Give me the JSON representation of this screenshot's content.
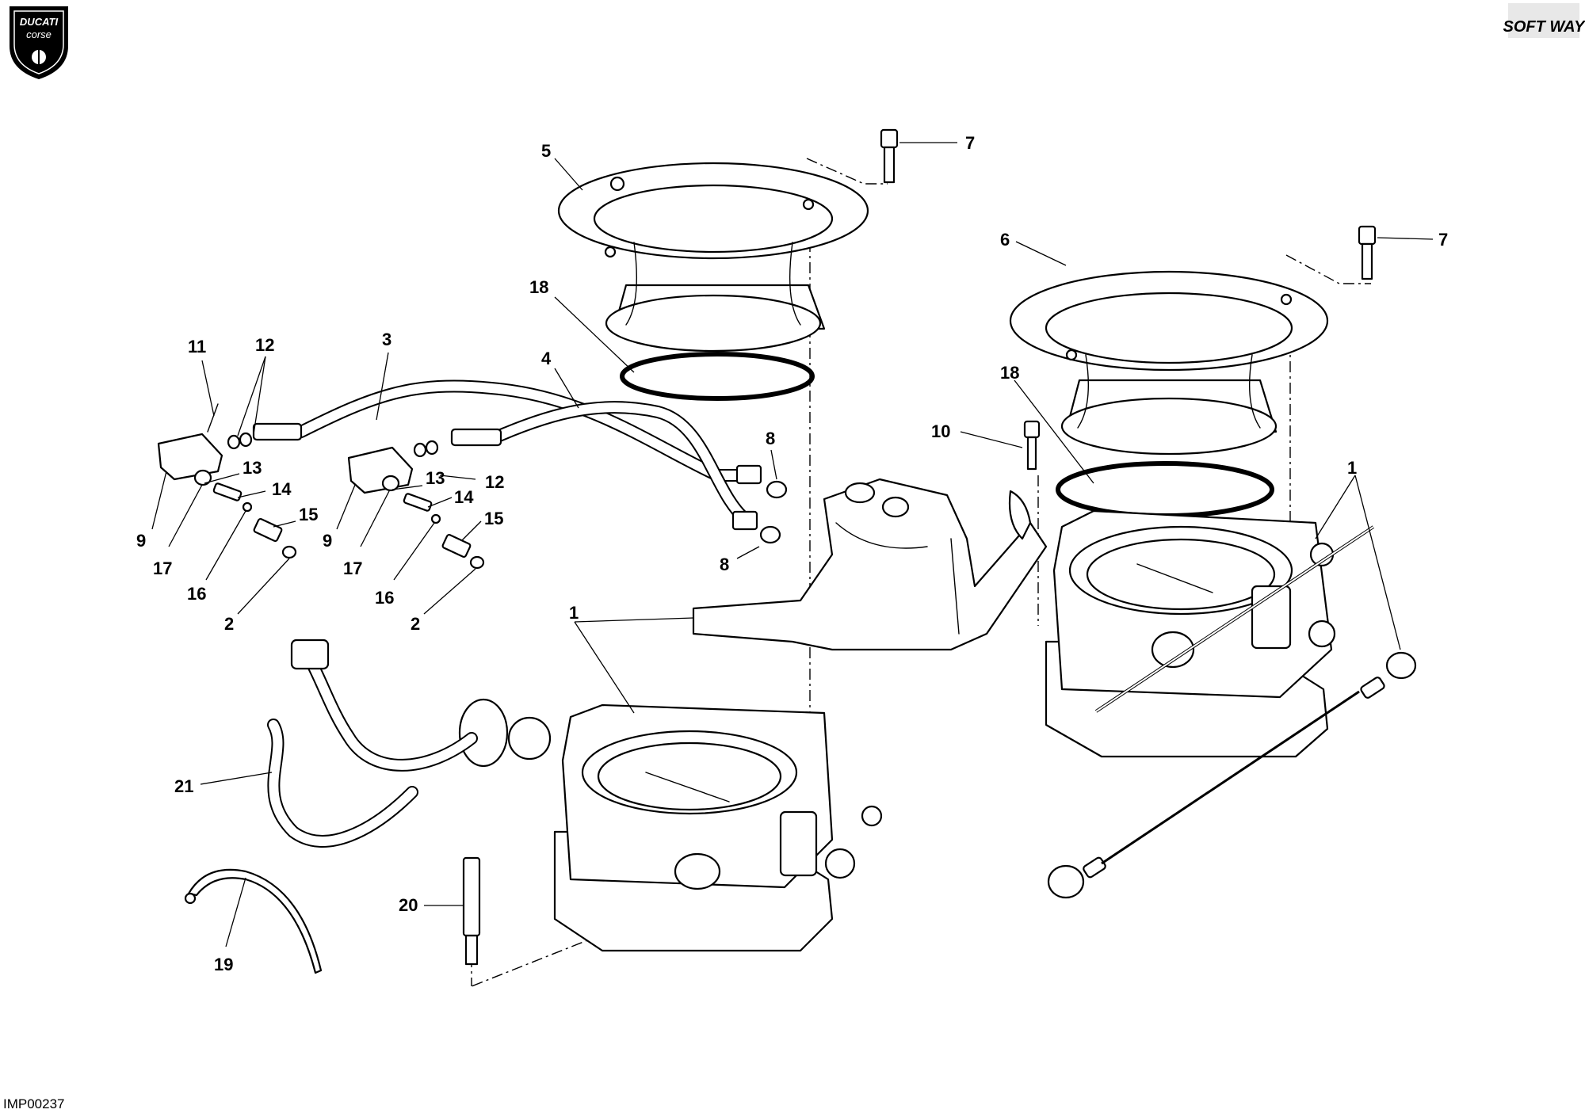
{
  "brand": {
    "logo_top_line": "DUCATI",
    "logo_bottom_line": "corse",
    "publisher_logo": "SOFT WAY"
  },
  "drawing_ref": "IMP00237",
  "callouts": [
    {
      "id": "c5",
      "text": "5"
    },
    {
      "id": "c7a",
      "text": "7"
    },
    {
      "id": "c7b",
      "text": "7"
    },
    {
      "id": "c6",
      "text": "6"
    },
    {
      "id": "c18a",
      "text": "18"
    },
    {
      "id": "c18b",
      "text": "18"
    },
    {
      "id": "c11",
      "text": "11"
    },
    {
      "id": "c12a",
      "text": "12"
    },
    {
      "id": "c3",
      "text": "3"
    },
    {
      "id": "c4",
      "text": "4"
    },
    {
      "id": "c8a",
      "text": "8"
    },
    {
      "id": "c8b",
      "text": "8"
    },
    {
      "id": "c10",
      "text": "10"
    },
    {
      "id": "c1a",
      "text": "1"
    },
    {
      "id": "c1b",
      "text": "1"
    },
    {
      "id": "c13a",
      "text": "13"
    },
    {
      "id": "c13b",
      "text": "13"
    },
    {
      "id": "c12b",
      "text": "12"
    },
    {
      "id": "c14a",
      "text": "14"
    },
    {
      "id": "c14b",
      "text": "14"
    },
    {
      "id": "c15a",
      "text": "15"
    },
    {
      "id": "c15b",
      "text": "15"
    },
    {
      "id": "c9a",
      "text": "9"
    },
    {
      "id": "c9b",
      "text": "9"
    },
    {
      "id": "c17a",
      "text": "17"
    },
    {
      "id": "c17b",
      "text": "17"
    },
    {
      "id": "c16a",
      "text": "16"
    },
    {
      "id": "c16b",
      "text": "16"
    },
    {
      "id": "c2a",
      "text": "2"
    },
    {
      "id": "c2b",
      "text": "2"
    },
    {
      "id": "c21",
      "text": "21"
    },
    {
      "id": "c20",
      "text": "20"
    },
    {
      "id": "c19",
      "text": "19"
    }
  ]
}
